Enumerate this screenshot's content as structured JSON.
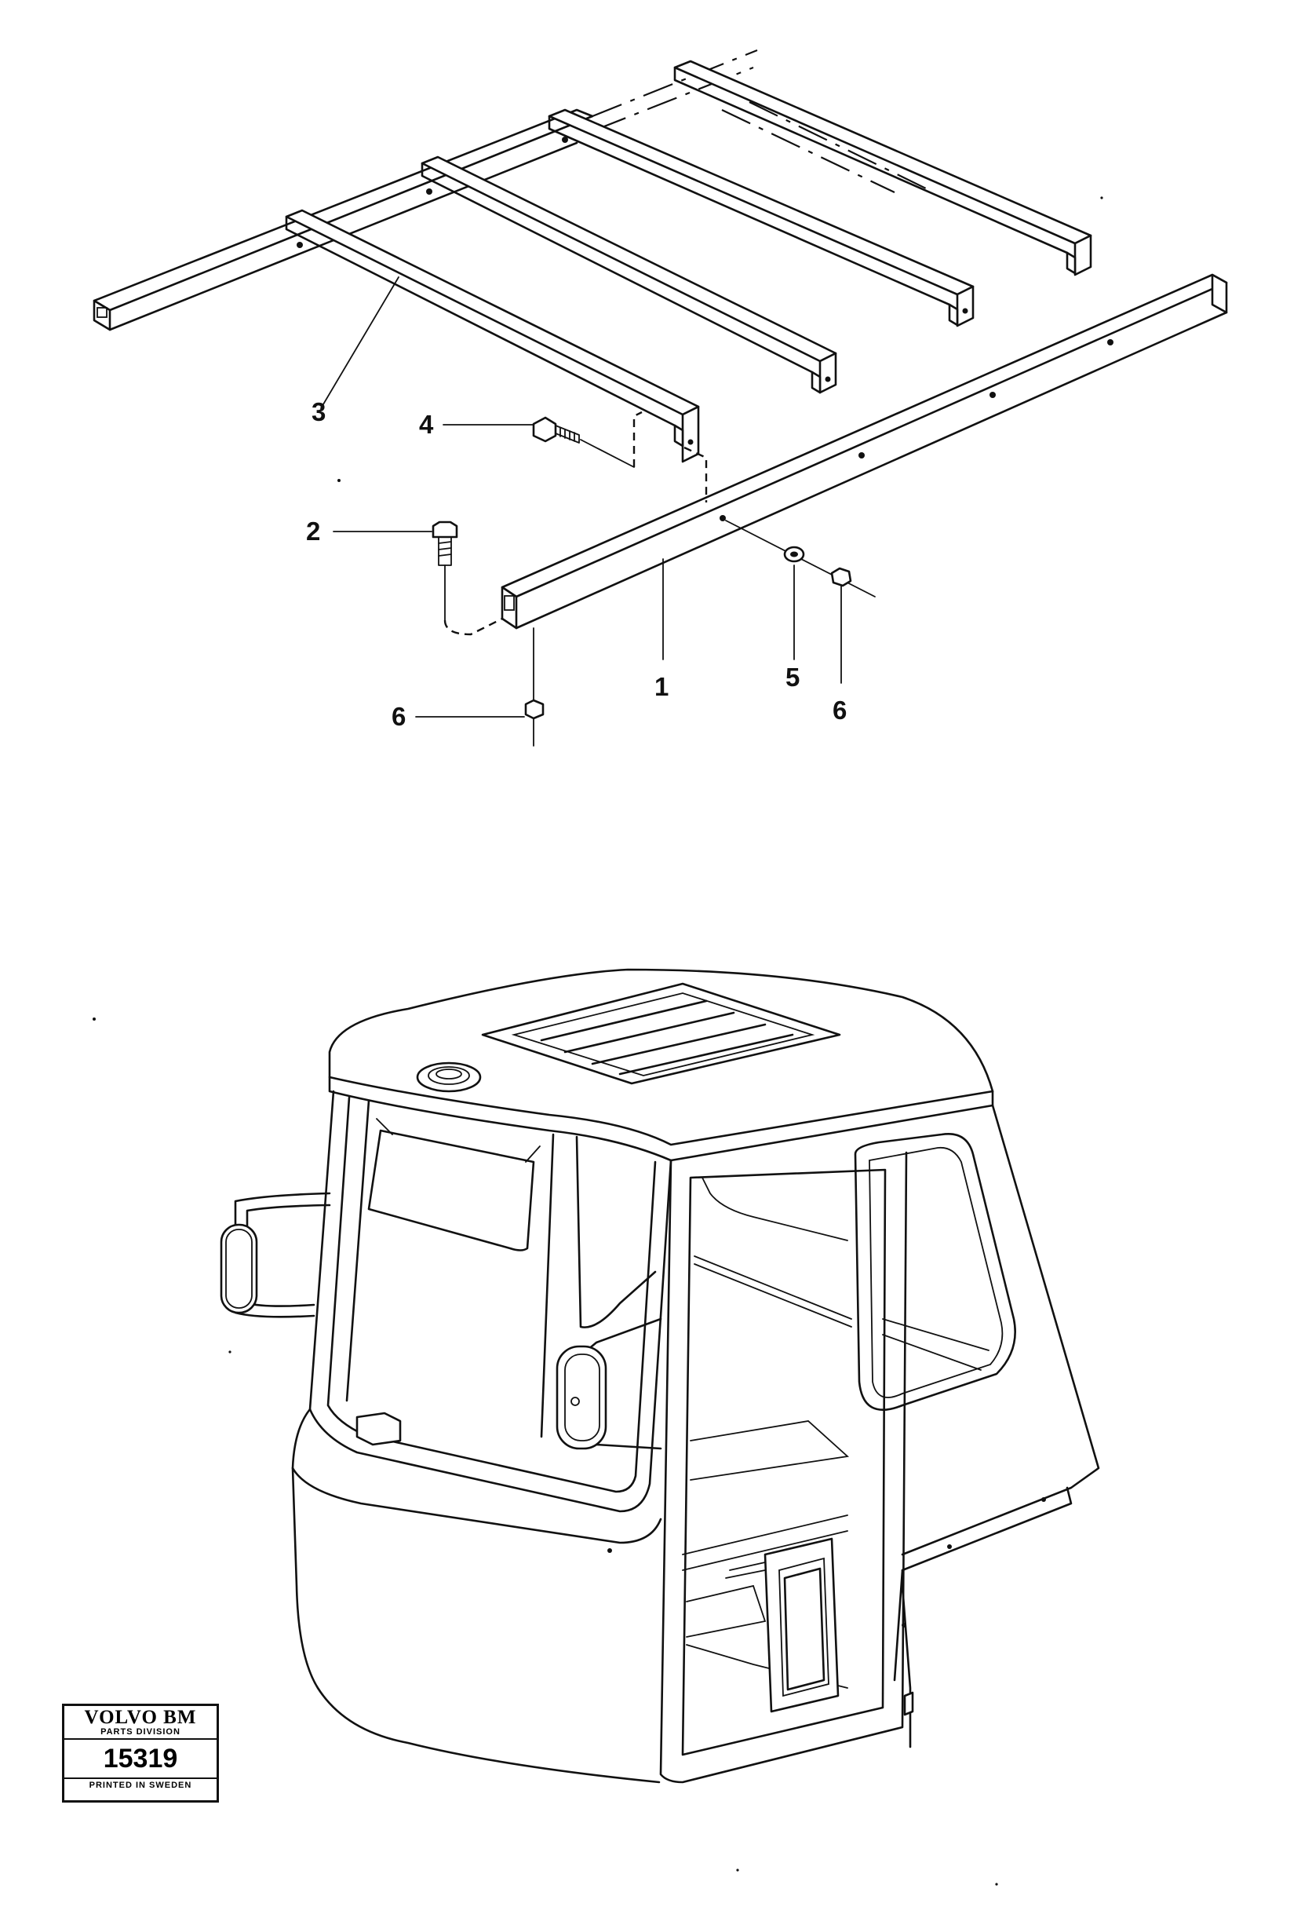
{
  "callouts": [
    {
      "id": "1",
      "label": "1"
    },
    {
      "id": "2",
      "label": "2"
    },
    {
      "id": "3",
      "label": "3"
    },
    {
      "id": "4",
      "label": "4"
    },
    {
      "id": "5",
      "label": "5"
    },
    {
      "id": "6a",
      "label": "6"
    },
    {
      "id": "6b",
      "label": "6"
    }
  ],
  "stamp": {
    "brand": "VOLVO BM",
    "division": "PARTS DIVISION",
    "number": "15319",
    "printed": "PRINTED IN SWEDEN"
  }
}
